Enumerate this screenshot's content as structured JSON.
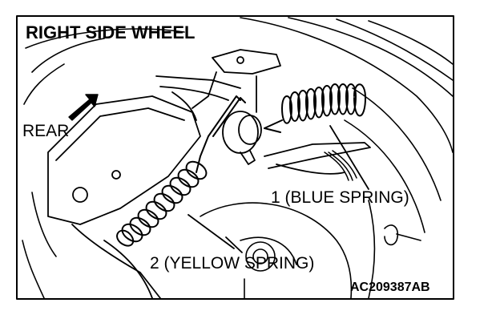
{
  "title": "RIGHT SIDE WHEEL",
  "direction_label": "REAR",
  "callouts": {
    "blue_spring": "1 (BLUE SPRING)",
    "yellow_spring": "2 (YELLOW SPRING)"
  },
  "figure_code": "AC209387AB",
  "colors": {
    "ink": "#000000",
    "background": "#ffffff"
  }
}
